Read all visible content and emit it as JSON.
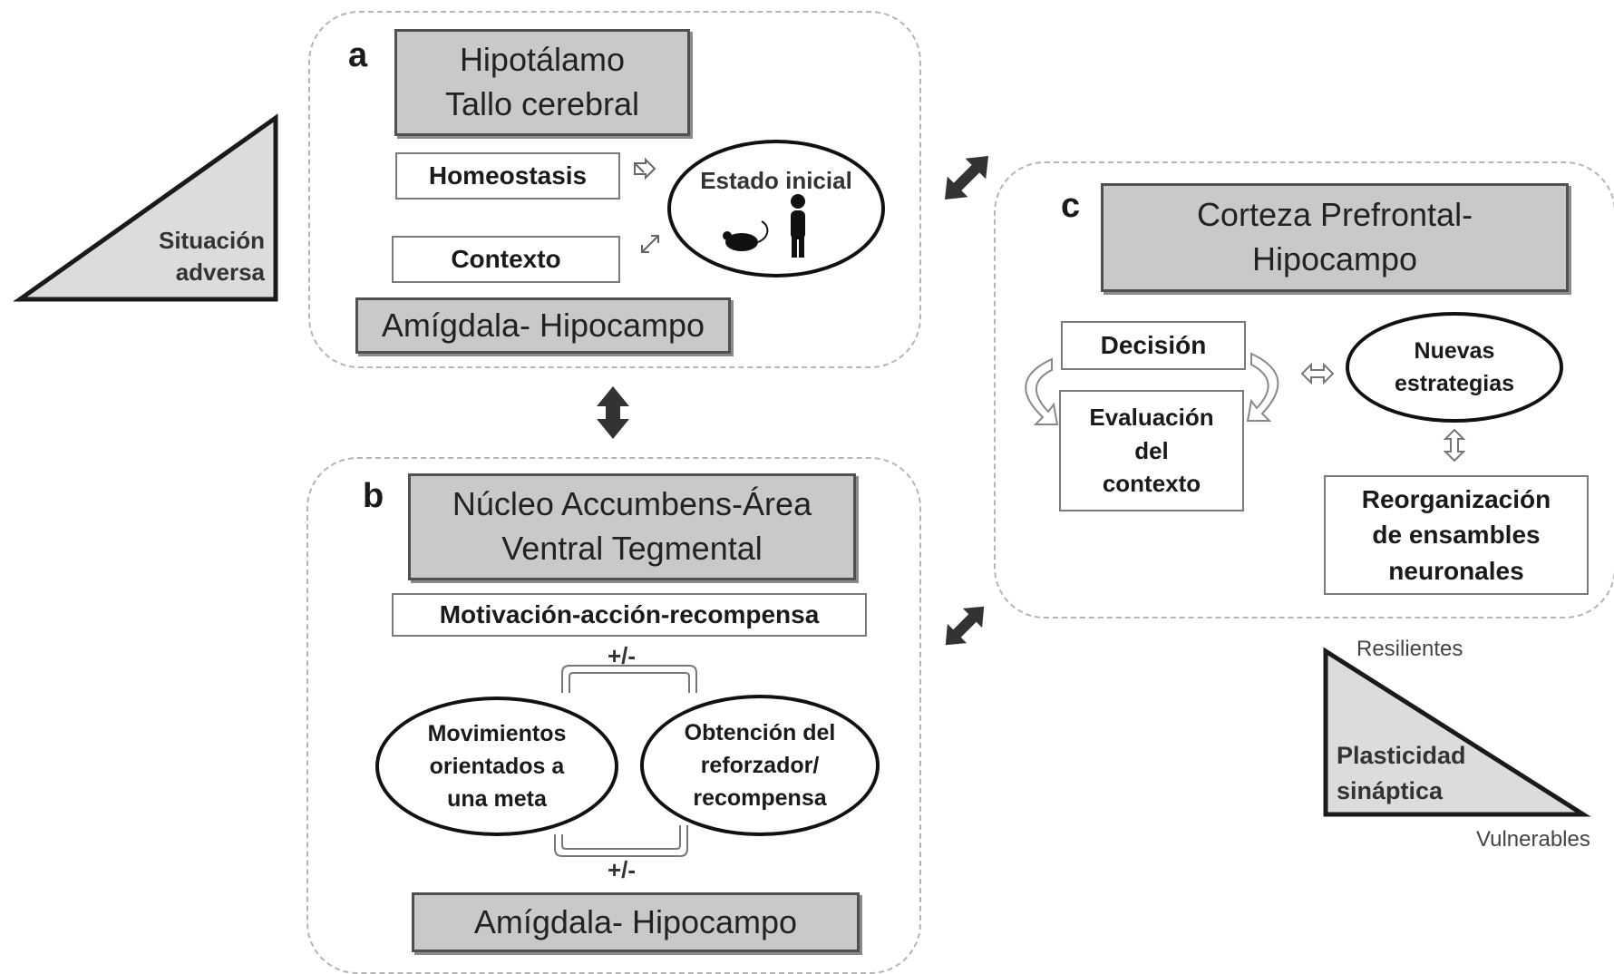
{
  "panel_a": {
    "letter": "a",
    "title": "Hipotálamo\nTallo cerebral",
    "homeostasis": "Homeostasis",
    "contexto": "Contexto",
    "estado_inicial": "Estado inicial",
    "bottom": "Amígdala- Hipocampo"
  },
  "adverse_triangle": {
    "label": "Situación\nadversa"
  },
  "panel_b": {
    "letter": "b",
    "title": "Núcleo Accumbens-Área\nVentral Tegmental",
    "motivation": "Motivación-acción-recompensa",
    "plus_minus_top": "+/-",
    "plus_minus_bottom": "+/-",
    "ellipse_left": "Movimientos\norientados a\nuna meta",
    "ellipse_right": "Obtención del\nreforzador/\nrecompensa",
    "bottom": "Amígdala- Hipocampo"
  },
  "panel_c": {
    "letter": "c",
    "title": "Corteza Prefrontal-\nHipocampo",
    "decision": "Decisión",
    "evaluacion": "Evaluación\ndel\ncontexto",
    "nuevas": "Nuevas\nestrategias",
    "reorganizacion": "Reorganización\nde ensambles\nneuronales"
  },
  "plasticity_triangle": {
    "label": "Plasticidad\nsináptica",
    "top": "Resilientes",
    "bottom": "Vulnerables"
  },
  "colors": {
    "gray_box": "#c9c9c9",
    "dashed_border": "#b5b5b5",
    "triangle_fill": "#dcdcdc"
  }
}
